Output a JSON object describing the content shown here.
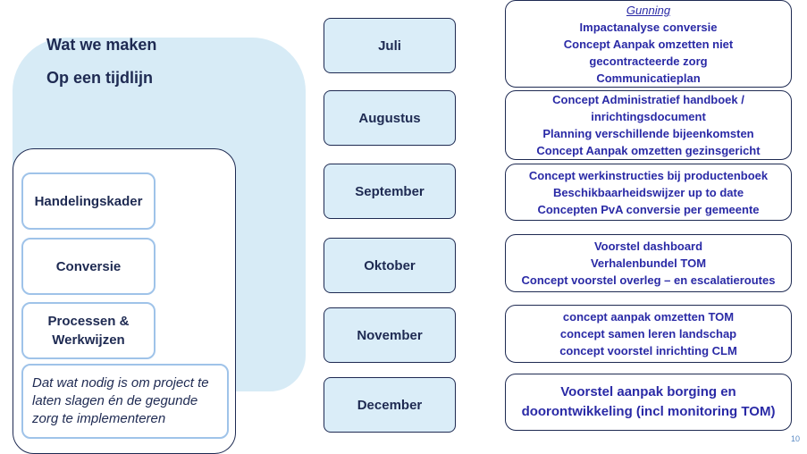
{
  "title1": "Wat we maken",
  "title2": "Op een tijdlijn",
  "left_items": [
    "Handelingskader",
    "Conversie",
    "Processen & Werkwijzen"
  ],
  "left_note": "Dat wat nodig is om project te laten slagen én de gegunde zorg te implementeren",
  "months": [
    "Juli",
    "Augustus",
    "September",
    "Oktober",
    "November",
    "December"
  ],
  "deliverables": [
    {
      "heading": "Gunning",
      "lines": [
        "Impactanalyse conversie",
        "Concept Aanpak omzetten niet gecontracteerde zorg",
        "Communicatieplan"
      ]
    },
    {
      "lines": [
        "Concept Administratief handboek / inrichtingsdocument",
        "Planning verschillende bijeenkomsten",
        "Concept Aanpak omzetten gezinsgericht"
      ]
    },
    {
      "lines": [
        "Concept werkinstructies bij productenboek",
        "Beschikbaarheidswijzer up to date",
        "Concepten PvA conversie per gemeente"
      ]
    },
    {
      "lines": [
        "Voorstel dashboard",
        "Verhalenbundel TOM",
        "Concept voorstel overleg – en escalatieroutes"
      ]
    },
    {
      "lines": [
        "concept aanpak omzetten TOM",
        "concept samen leren landschap",
        "concept voorstel inrichting CLM"
      ]
    },
    {
      "lines": [
        "Voorstel aanpak borging en doorontwikkeling (incl monitoring TOM)"
      ]
    }
  ],
  "page_number": "10"
}
